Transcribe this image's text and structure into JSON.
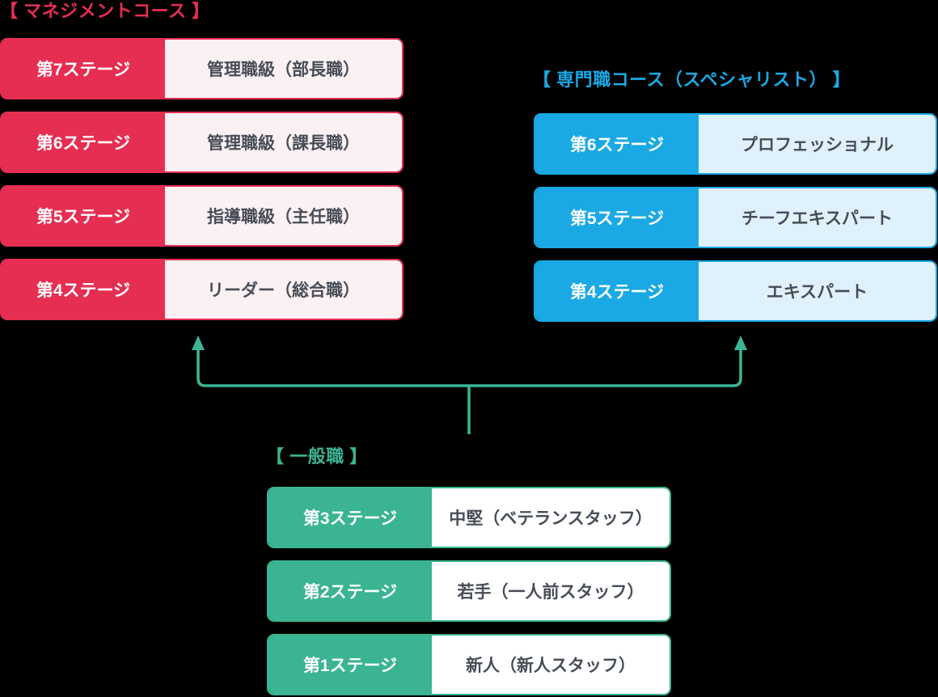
{
  "colors": {
    "background": "#000000",
    "red": "#E62E52",
    "redLight": "#FBF0F2",
    "blue": "#1AA9E4",
    "blueLight": "#DFF1FB",
    "green": "#3AB493",
    "greenLight": "#FFFFFF",
    "connector": "#3CB596",
    "text": "#474D57"
  },
  "sections": {
    "management": {
      "title": "【 マネジメントコース 】",
      "rows": [
        {
          "stage": "第7ステージ",
          "role": "管理職級（部長職）"
        },
        {
          "stage": "第6ステージ",
          "role": "管理職級（課長職）"
        },
        {
          "stage": "第5ステージ",
          "role": "指導職級（主任職）"
        },
        {
          "stage": "第4ステージ",
          "role": "リーダー（総合職）"
        }
      ]
    },
    "specialist": {
      "title": "【 専門職コース（スペシャリスト） 】",
      "rows": [
        {
          "stage": "第6ステージ",
          "role": "プロフェッショナル"
        },
        {
          "stage": "第5ステージ",
          "role": "チーフエキスパート"
        },
        {
          "stage": "第4ステージ",
          "role": "エキスパート"
        }
      ]
    },
    "general": {
      "title": "【 一般職 】",
      "rows": [
        {
          "stage": "第3ステージ",
          "role": "中堅（ベテランスタッフ）"
        },
        {
          "stage": "第2ステージ",
          "role": "若手（一人前スタッフ）"
        },
        {
          "stage": "第1ステージ",
          "role": "新人（新人スタッフ）"
        }
      ]
    }
  }
}
